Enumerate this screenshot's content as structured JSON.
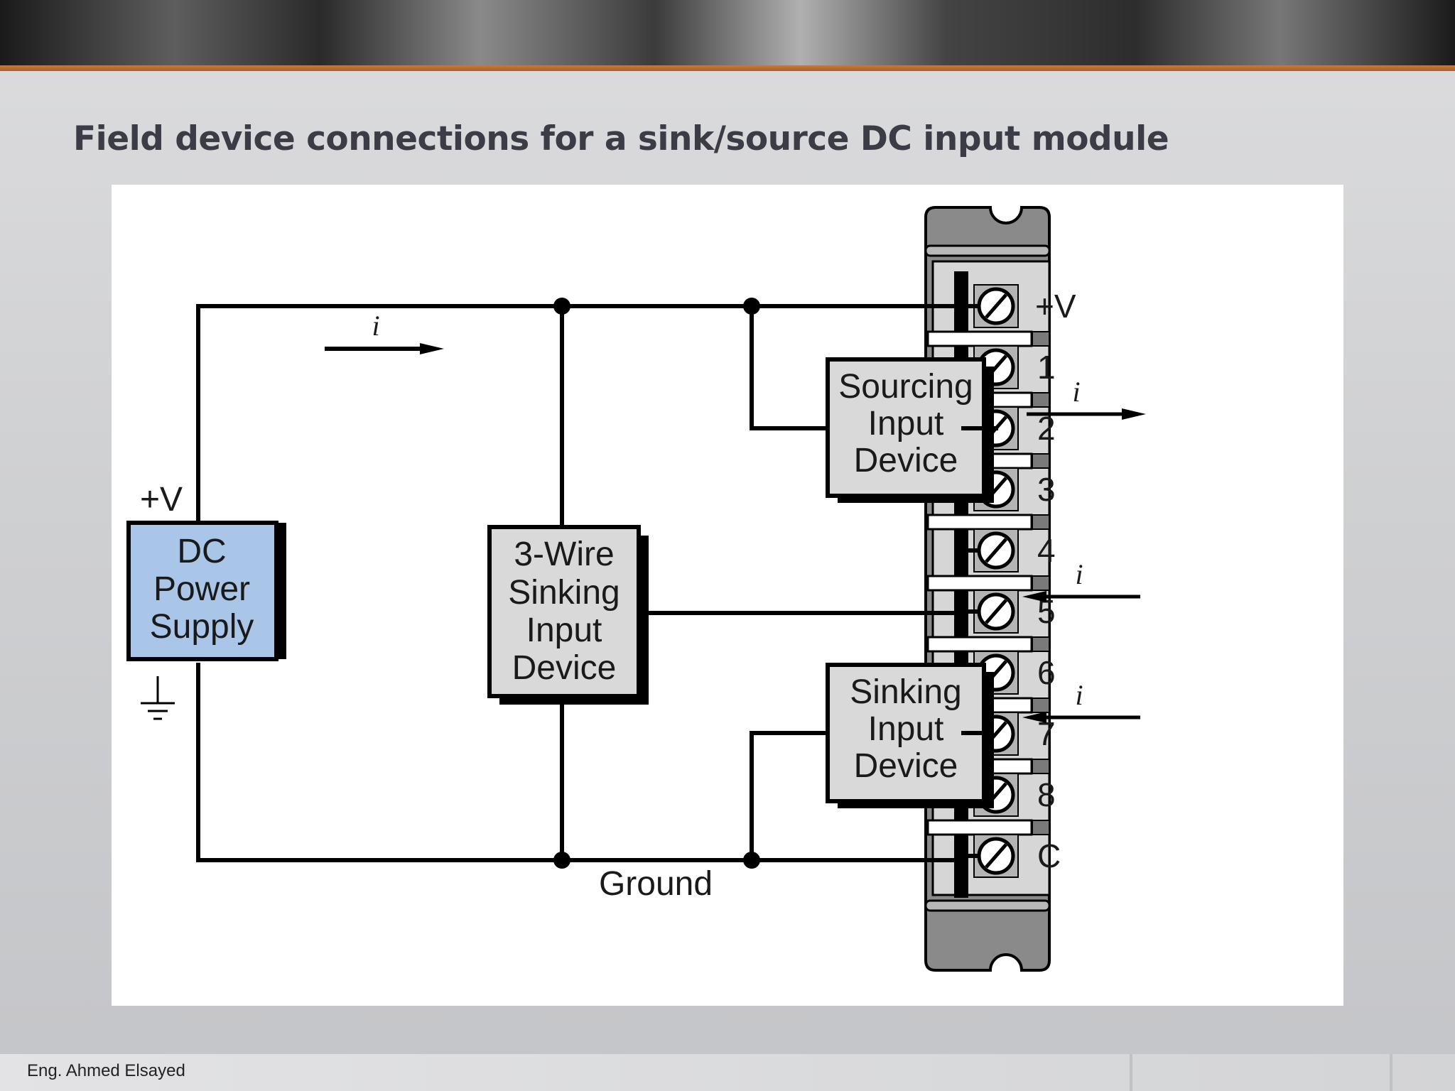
{
  "slide": {
    "title": "Field device connections for a sink/source DC input module",
    "footer": "Eng. Ahmed Elsayed"
  },
  "diagram": {
    "power_supply": {
      "lines": [
        "DC",
        "Power",
        "Supply"
      ],
      "terminal_label": "+V",
      "fill": "#a9c6e8"
    },
    "three_wire_device": {
      "lines": [
        "3-Wire",
        "Sinking",
        "Input",
        "Device"
      ]
    },
    "sourcing_device": {
      "lines": [
        "Sourcing",
        "Input",
        "Device"
      ]
    },
    "sinking_device": {
      "lines": [
        "Sinking",
        "Input",
        "Device"
      ]
    },
    "ground_label": "Ground",
    "current_symbol": "i",
    "module_terminals": [
      "+V",
      "1",
      "2",
      "3",
      "4",
      "5",
      "6",
      "7",
      "8",
      "C"
    ],
    "colors": {
      "device_fill": "#d9d9d9",
      "module_body": "#8a8a8a",
      "module_inner": "#d6d6d6",
      "wire": "#000000"
    }
  }
}
